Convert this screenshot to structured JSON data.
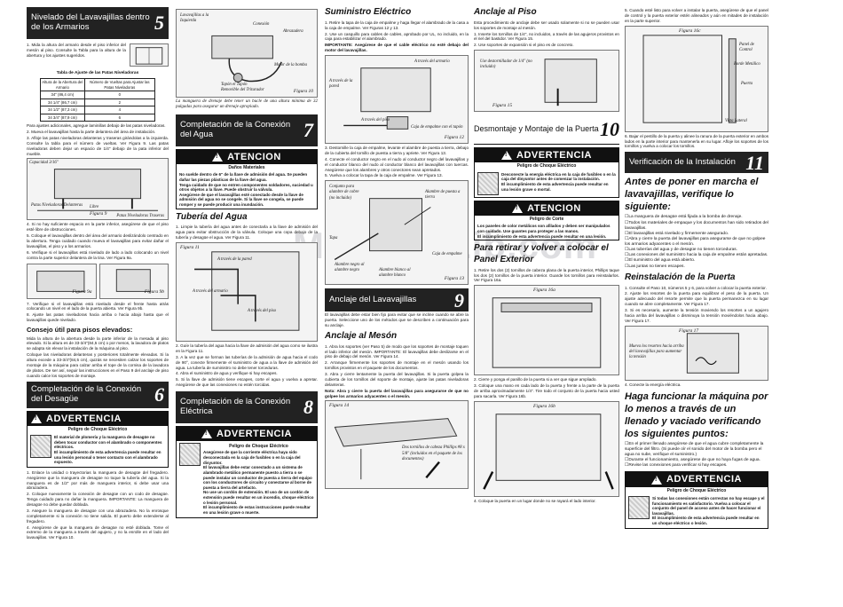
{
  "col1": {
    "section5": {
      "title": "Nivelado del Lavavajillas dentro de los Armarios",
      "num": "5"
    },
    "intro": "1. Mida la altura del armario desde el piso inferior del mesón al piso. Consulte la Tabla para la altura de la abertura y los ajustes sugeridos.",
    "table_title": "Tabla de Ajuste de las Patas Niveladoras",
    "table_headers": [
      "Altura de la Abertura del Armario",
      "Número de Vueltas para Ajustar las Patas Niveladoras"
    ],
    "table_rows": [
      [
        "34\" (86,4 cm)",
        "0"
      ],
      [
        "34 1/4\" (86,7 cm)",
        "2"
      ],
      [
        "34 1/2\" (87,3 cm)",
        "4"
      ],
      [
        "34 3/4\" (87,9 cm)",
        "6"
      ]
    ],
    "para1": "Para ajustes adicionales, agregue laminillas debajo de las patas niveladoras.",
    "step2": "2. Mueva el lavavajillas hasta la parte delantera del área de instalación.",
    "step3": "3. Afloje las patas niveladoras delanteras y traseras girándolas a la izquierda. Consulte la tabla para el número de vueltas. Ver Figura 9. Las patas niveladoras deben dejar un espacio de 1/4\" debajo de la pata inferior del mueble.",
    "fig9": {
      "label": "Figura 9",
      "c1": "Capacidad 3/16\"",
      "c2": "Patas Niveladoras Delanteras",
      "c3": "Libre",
      "c4": "Patas Niveladoras Traseras"
    },
    "step4": "4. Si no hay suficiente espacio en la parte inferior, asegúrese de que el piso esté libre de obstrucciones.",
    "step5": "5. Coloque el lavavajillas dentro del área del armario deslizándolo centrado en la abertura. Tenga cuidado cuando mueva el lavavajillas para evitar dañar el lavavajillas, el piso y a los armarios.",
    "step6": "6. Verifique si el lavavajillas está nivelado de lado a lado colocando un nivel contra la parte superior delantera de la tina. Ver Figura 9a.",
    "fig9a": "Figura 9a",
    "fig9b": "Figura 9b",
    "step7": "7. Verifique si el lavavajillas está nivelado desde el frente hasta atrás colocando un nivel en el lado de la puerta abierta. Ver Figura 9b.",
    "step8": "8. Ajuste las patas niveladoras hacia arriba o hacia abajo hasta que el lavavajillas quede nivelado.",
    "consejo_head": "Consejo útil para pisos elevados:",
    "consejo": "Mida la altura de la abertura desde la parte inferior de la mesada al piso elevado. Si la altura es de 33-3/4\"(84,5 cm) o por menos, la lavadora de platos se adapta sin elevar la instalación de la máquina al piso.",
    "consejo2": "Coloque las niveladoras delanteras y posteriores totalmente elevadas. Si la altura excede a 33-3/4\"(84,5 cm), quizás se necesiten calzar los soportes de montaje de la máquina para calzar arriba el tope de la cornisa de la lavadora de platos. De ser así, seguir las instrucciones en el Paso 9 del anclaje de piso cuando calce los soportes de montaje.",
    "section6": {
      "title": "Completación de la Conexión del Desagüe",
      "num": "6"
    },
    "warn_label": "ADVERTENCIA",
    "warn_title": "Peligro de Choque Eléctrico",
    "warn_text": "El material de plomería y la manguera de desagüe no deben tocar conductor con el alambrado o componentes eléctricos.",
    "warn_text2": "El incumplimiento de esta advertencia puede resultar en una lesión personal o tener contacto con el alambrado expuesto.",
    "step6_1": "1. Enlace la unidad o trayectorias la manguera de desagüe del fregadero. Asegúrese que la manguera de desagüe no toque la tubería del agua. Si la manguera es de 1/2\" por más de manguera interior, si debe usar una abrazadera.",
    "step6_2": "2. Coloque nuevamente la conexión de desagüe con un codo de desagüe. Tenga cuidado para no dañar la manguera. IMPORTANTE: La manguera de desagüe no debe quedar doblada.",
    "step6_3": "3. Asegure la manguera de desagüe con una abrazadera. No la enrosque completamente si la conexión no tiene salida. El puerto debe extenderse al fregadero.",
    "step6_4": "4. Asegúrese de que la manguera de desagüe no esté doblada. Tome el extremo de la manguera a través del agujero, y no la enrolle en el lado del lavavajillas. Ver Figura 10."
  },
  "col2": {
    "fig10": {
      "label": "Figura 10",
      "c1": "Lavavajillas a la Izquierda",
      "c2": "Conexión",
      "c3": "Abrazadera",
      "c4": "Motor de la bomba",
      "c5": "Tapón el Tapón Removible del Triturador",
      "caption": "La manguera de drenaje debe tener un bucle de una altura mínima de 32 pulgadas para asegurar un drenaje apropiado."
    },
    "section7": {
      "title": "Completación de la Conexión del Agua",
      "num": "7"
    },
    "atencion_label": "ATENCION",
    "atencion_title": "Daños Materiales",
    "atencion_text": "No suelde dentro de 6\" de la llave de admisión del agua. Se pueden dañar las piezas plásticas de la llave del agua.",
    "atencion_text2": "Tenga cuidado de que no entren componentes soldadores, suciedad u otros objetos a la llave. Puede obstruir la válvula.",
    "atencion_text3": "Asegúrese de que el lavavajillas esté conectado desde la llave de admisión del agua no se congele. Si la llave se congela, se puede romper y se puede producir una inundación.",
    "tuberia_head": "Tubería del Agua",
    "tub1": "1. Limpie la tubería del agua antes de conectarla a la llave de admisión del agua para evitar obstrucción de la válvula. Coloque una copa debajo de la tubería y desagüe el agua. Ver Figura 11.",
    "fig11": {
      "label": "Figura 11",
      "c1": "A través de la pared",
      "c2": "A través del armario",
      "c3": "A través del piso"
    },
    "tub2": "2. Guíe la tubería del agua hacia la llave de admisión del agua como se ilustra en la Figura 11.",
    "tub3": "3. A la vez que se forman las tuberías de la admisión de agua hacia el codo de 90°, conecte firmemente el suministro de agua a la llave de admisión del agua. La tubería de suministro no debe tener torceduras.",
    "tub4": "4. Abra el suministro de agua y verifique si hay escapes.",
    "tub5": "5. Si la llave de admisión tiene escapes, corte el agua y vuelva a apretar. Asegúrese de que las conexiones no estén torcidas.",
    "section8": {
      "title": "Completación de la Conexión Eléctrica",
      "num": "8"
    },
    "warn_label": "ADVERTENCIA",
    "warn_title": "Peligro de Choque Eléctrico",
    "warn_text": "Asegúrese de que la corriente eléctrica haya sido desconectada en la caja de fusibles o en la caja del disyuntor.",
    "warn_text2": "El lavavajillas debe estar conectado a un sistema de alambrado metálico permanente puesto a tierra o se puede instalar un conductor de puesta a tierra del equipo con los conductores de circuito y conectarse al borne de puesta a tierra del artefacto.",
    "warn_text3": "No use un cordón de extensión. El uso de un cordón de extensión puede resultar en un incendio, choque eléctrico o lesión personal.",
    "warn_text4": "El incumplimiento de estas instrucciones puede resultar en una lesión grave o muerte."
  },
  "col3": {
    "sumin_head": "Suministro Eléctrico",
    "s1": "1. Retire la tapa de la caja de empalme y haga llegar el alambrado de la casa a la caja de empalme. Ver Figuras 12 y 13.",
    "s2": "2. Use un casquillo para cables de cables, aprobado por UL, no incluido, en la caja para estabilizar el alambrado.",
    "s_imp": "IMPORTANTE: Asegúrese de que el cable eléctrico no esté debajo del motor del lavavajillas.",
    "fig12": {
      "label": "Figura 12",
      "c1": "A través del armario",
      "c2": "A través de la pared",
      "c3": "A través del piso",
      "c4": "Caja de empalme con el tapón"
    },
    "s3": "3. Destornille la caja de empalme, levante el alambre de puesta a tierra, debajo de la cubierta del tornillo de puesta a tierra y apriete. Ver Figura 13.",
    "s4": "4. Conecte el conductor negro en el nudo al conductor negro del lavavajillas y el conductor blanco del nudo al conductor blanco del lavavajillas con tuercas. Asegúrese que los alambres y otros conectores sean apretados.",
    "s5": "5. Vuelva a colocar la tapa de la caja de empalme. Ver Figura 13.",
    "fig13": {
      "label": "Figura 13",
      "c1": "Conjunto para alambre de cobre (no incluido)",
      "c2": "Alambre de puesta a tierra",
      "c3": "Tapa",
      "c4": "Caja de empalme",
      "c5": "Alambre negro al alambre negro",
      "c6": "Alambre blanco al alambre blanco"
    },
    "section9": {
      "title": "Anclaje del Lavavajillas",
      "num": "9"
    },
    "anc_intro": "El lavavajillas debe estar bien fijo para evitar que se incline cuando se abre la puerta. Seleccione uno de los métodos que se describen a continuación para su anclaje.",
    "meson_head": "Anclaje al Mesón",
    "m1": "1. Abra los soportes (ver Paso 5) de modo que los soportes de montaje toquen el lado inferior del mesón. IMPORTANTE: El lavavajillas debe deslizarse en el piso de debajo del mesón. Ver Figura 14.",
    "m2": "2. Arranque firmemente los soportes de montaje en el mesón usando los tornillos provistos en el paquete de los documentos.",
    "m3": "3. Abra y cierre lentamente la puerta del lavavajillas. Si la puerta golpea la cubierta de los tornillos del soporte de montaje, ajuste las patas niveladoras delanteras.",
    "m_nota": "Nota: Abra y cierre la puerta del lavavajillas para asegurarse de que no golpee los armarios adyacentes o el mesón.",
    "fig14": {
      "label": "Figura 14",
      "c1": "Dos tornillos de cabeza Phillips #8 x 5/8\" (incluidos en el paquete de los documentos)"
    }
  },
  "col4": {
    "piso_head": "Anclaje al Piso",
    "p_intro": "Esta procedimiento de anclaje debe ser usado solamente si no se pueden usar los soportes de montaje al mesón.",
    "p1": "1. Inserte los tornillos de 1/4\", no incluidos, a través de las agujeros provistos en el riel del bastidor. Ver Figura 15.",
    "p2": "2. Use soportes de expansión si el piso es de concreto.",
    "fig15": {
      "label": "Figura 15",
      "c1": "Use destornillador de 1/4\" (no incluido)"
    },
    "section10": {
      "title": "Desmontaje y Montaje de la Puerta",
      "num": "10"
    },
    "warn_label": "ADVERTENCIA",
    "warn_title": "Peligro de Choque Eléctrico",
    "warn_text": "Desconecte la energía eléctrica en la caja de fusibles o en la caja del disyuntor antes de comenzar la instalación.",
    "warn_text2": "El incumplimiento de esta advertencia puede resultar en una lesión grave o mortal.",
    "atencion_label": "ATENCION",
    "atencion_title": "Peligro de Corte",
    "atencion_text": "Los paneles de color metálicos son afilados y deben ser manipulados con cuidado. Use guantes para proteger a las manos.",
    "atencion_text2": "El incumplimiento de esta advertencia puede resultar en una lesión.",
    "panel_head": "Para retirar y volver a colocar el Panel Exterior",
    "pa1": "1. Retire los dos (2) tornillos de cabeza plana de la puerta interior, Phillips taque los dos (2) tornillos de la puerta interior. Guarde los tornillos para reinstalarlos. Ver Figura 16a.",
    "fig16a": {
      "label": "Figura 16a"
    },
    "pa2": "2. Cierre y ponga el panillo de la puerta si a ver que sigue ampliado.",
    "pa3": "3. Coloque una mano en cada lado de la puerta y frente a la parte de la puerta de arriba aproximadamente 1/4\". Tire todo el conjunto de la puerta hacia usted para sacarla. Ver Figura 16b.",
    "fig16b": {
      "label": "Figura 16b"
    },
    "pa4": "4. Coloque la puerta en un lugar donde no se rayará el lado interior."
  },
  "col5": {
    "p5": "5. Cuando esté listo para volver a instalar la puerta, asegúrese de que el panel de control y la puerta exterior estén alineados y aún en mitades de instalación en la parte superior.",
    "fig16c": {
      "label": "Figura 16c",
      "c1": "Panel de Control",
      "c2": "Borde Metálico",
      "c3": "Puerta",
      "c4": "Vista Lateral"
    },
    "p6": "6. Bajar el pestillo de la puerta y alinee la ranura de la puerta exterior en ambos lados en la parte interior para mantenerla en su lugar. Afloje los soportes de los tornillos y vuelva a colocar los tornillos.",
    "section11": {
      "title": "Verificación de la Instalación",
      "num": "11"
    },
    "antes_head": "Antes de poner en marcha el lavavajillas, verifique lo siguiente:",
    "checklist": [
      "La manguera de desagüe está fijada a la bomba de drenaje.",
      "Todos los materiales de empaque y los documentos han sido retirados del lavavajillas.",
      "El lavavajillas está nivelado y firmemente asegurado.",
      "Abra y cierre la puerta del lavavajillas para asegurarse de que no golpee los armarios adyacentes o el mesón.",
      "Las tuberías del agua y de desagüe no tienen torceduras.",
      "Las conexiones del suministro hacia la caja de empalme están apretadas.",
      "El suministro del agua está abierto.",
      "Las juntas no tienen escapes."
    ],
    "reinst_head": "Reinstalación de la Puerta",
    "r1": "1. Consulte el Paso 10, números 5 y 6, para volver a colocar la puerta exterior.",
    "r2": "2. Ajuste los resortes de la puerta para equilibrar el peso de la puerta. Un ajuste adecuado del resorte permite que la puerta permanezca en su lugar cuando se abre completamente. Ver Figura 17.",
    "r3": "3. Si es necesario, aumente la tensión moviendo los resortes a un agujero hacia arriba del lavavajillas o disminuya la tensión moviéndolos hacia abajo. Ver Figura 17.",
    "fig17": {
      "label": "Figura 17",
      "c1": "Mueva los resortes hacia arriba del lavavajillas para aumentar la tensión"
    },
    "r4": "4. Conecte la energía eléctrica.",
    "hacer_head": "Haga funcionar la máquina por lo menos a través de un llenado y vaciado verificando los siguientes puntos:",
    "checklist2": [
      "En el primer llenado asegúrese de que el agua cubre completamente la superficie del filtro. (Si puede oír el sonido del motor de la bomba pero el agua no sube, verifique el suministro.)",
      "Durante el funcionamiento, asegúrese de que no haya fugas de agua.",
      "Revise las conexiones para verificar si hay escapes."
    ],
    "warn_label": "ADVERTENCIA",
    "warn_title": "Peligro de Choque Eléctrico",
    "warn_text": "Si todas las conexiones están correctas no hay escape y el funcionamiento es satisfactorio. Vuelva a colocar el conjunto del panel de acceso antes de hacer funcionar el lavavajillas.",
    "warn_text2": "El incumplimiento de esta advertencia puede resultar en un choque eléctrico o lesión."
  },
  "watermark": "ManualsLib.com"
}
